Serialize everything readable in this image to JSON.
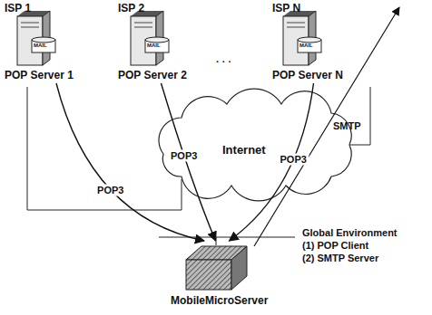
{
  "diagram": {
    "nodes": [
      {
        "text": [
          "ISP 1",
          "MAIL",
          "POP Server 1"
        ]
      },
      {
        "text": [
          "ISP 2",
          "MAIL",
          "POP Server 2"
        ]
      },
      {
        "text": [
          "ISP N",
          "MAIL",
          "POP Server N"
        ]
      },
      {
        "text": [
          "Internet"
        ]
      },
      {
        "text": [
          "MobileMicroServer"
        ]
      }
    ],
    "edges": [
      {
        "from": 0,
        "to": 4,
        "label": "POP3",
        "arrow": "to"
      },
      {
        "from": 1,
        "to": 4,
        "label": "POP3",
        "arrow": "to"
      },
      {
        "from": 2,
        "to": 4,
        "label": "POP3",
        "arrow": "to"
      }
    ],
    "labels": [
      "· · ·",
      "SMTP",
      "Global Environment",
      "(1) POP Client",
      "(2) SMTP Server"
    ]
  }
}
